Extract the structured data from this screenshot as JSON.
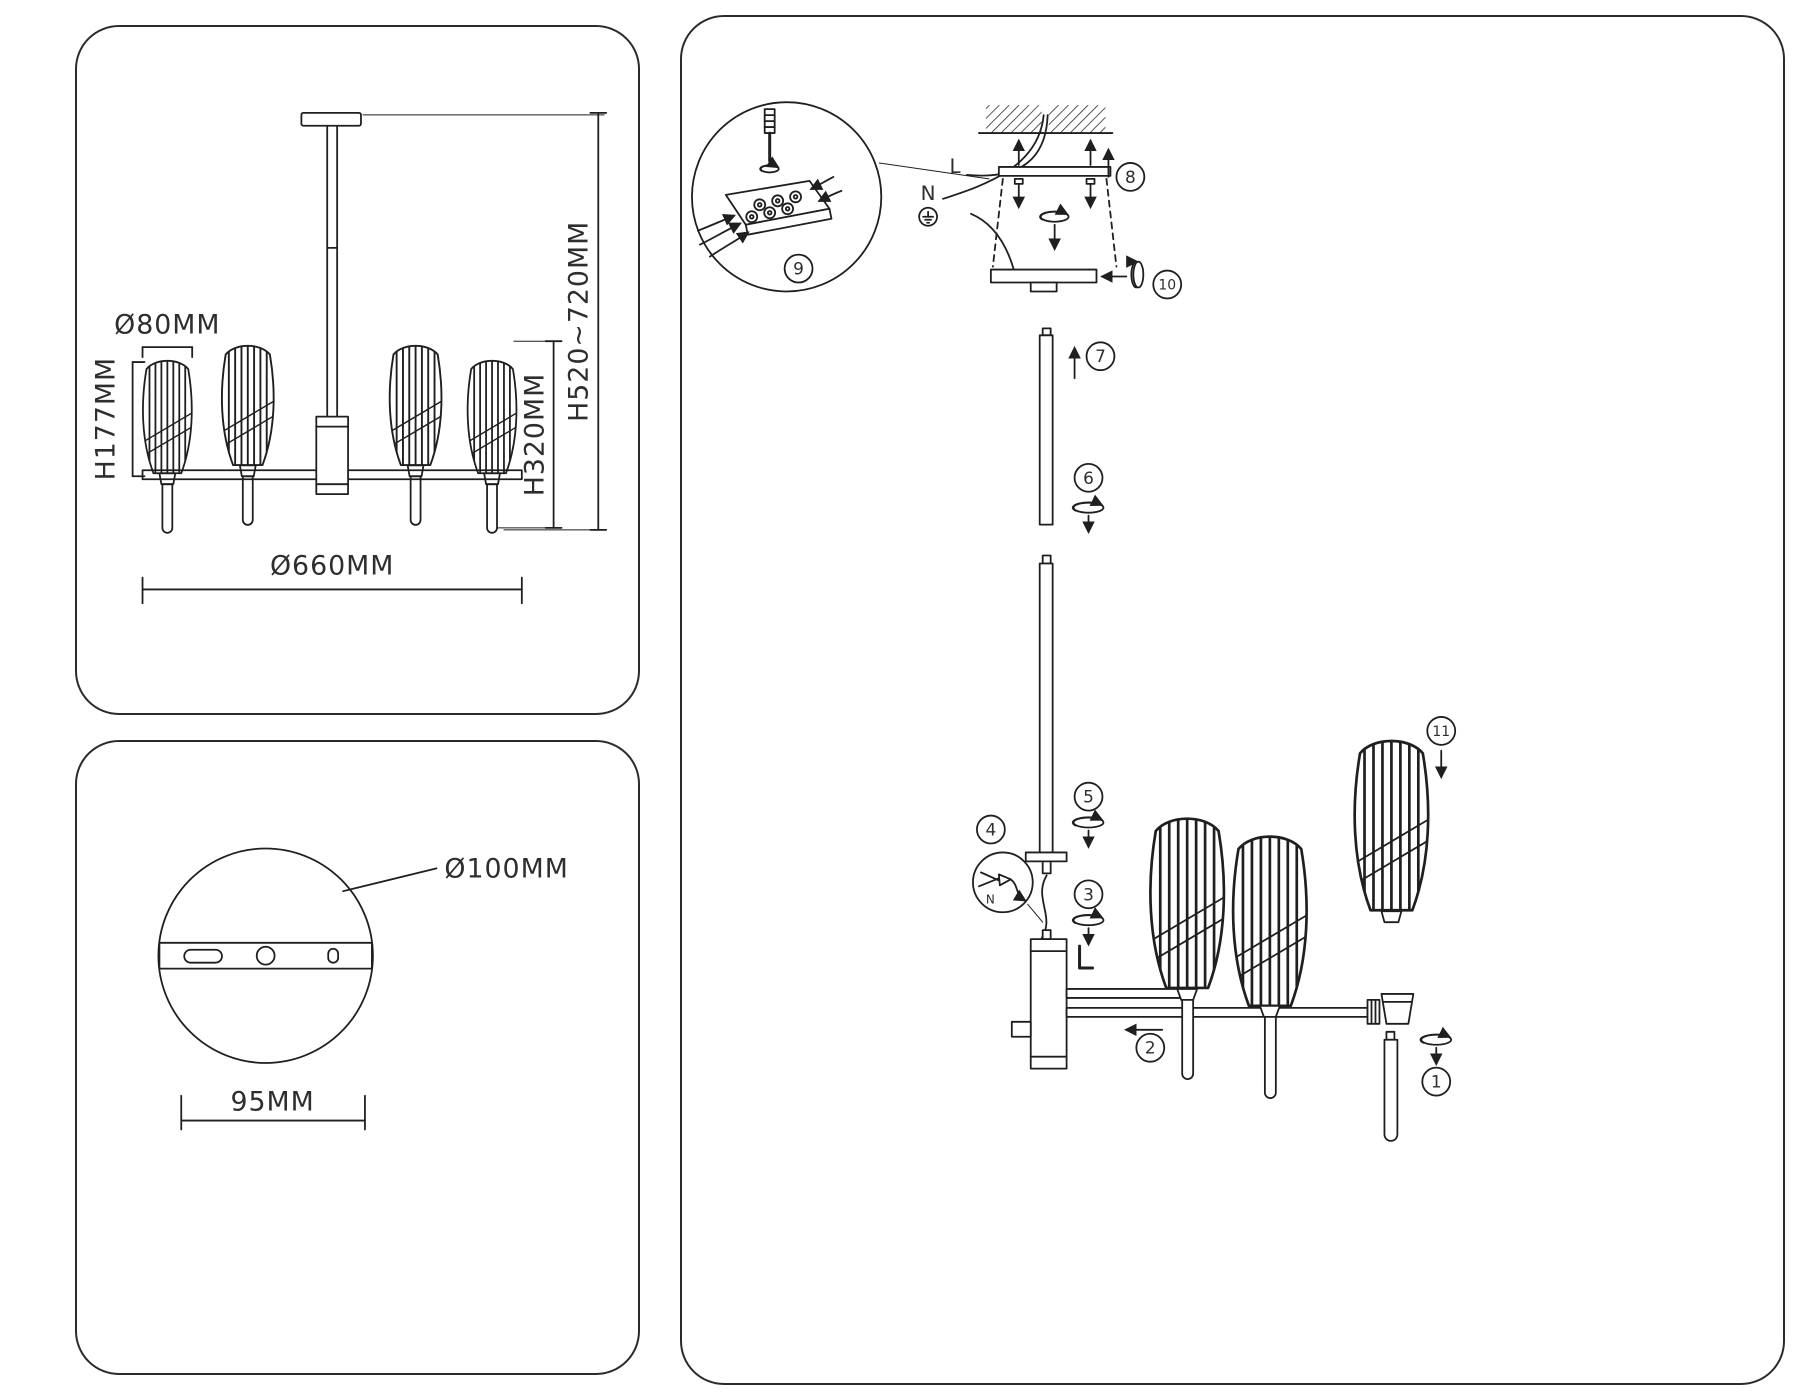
{
  "dimensions_panel": {
    "shade_diameter": "Ø80MM",
    "shade_height": "H177MM",
    "fixture_diameter": "Ø660MM",
    "body_height": "H320MM",
    "overall_height": "H520~720MM"
  },
  "plate_panel": {
    "plate_diameter": "Ø100MM",
    "plate_width": "95MM"
  },
  "assembly_panel": {
    "wire_neutral": "N",
    "wire_live": "L",
    "steps": [
      "1",
      "2",
      "3",
      "4",
      "5",
      "6",
      "7",
      "8",
      "9",
      "10",
      "11"
    ]
  }
}
